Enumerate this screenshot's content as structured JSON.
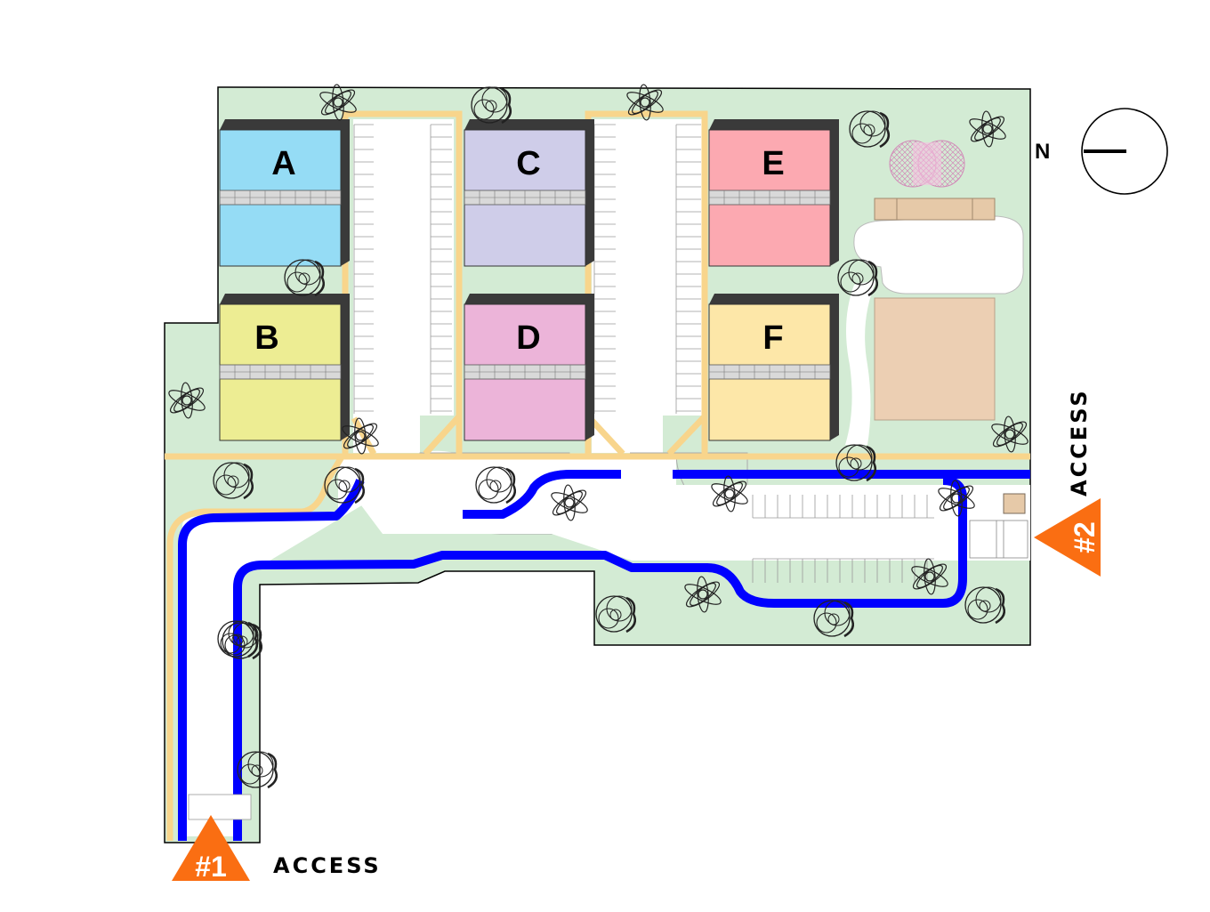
{
  "buildings": [
    {
      "id": "A",
      "label": "A",
      "color": "#95dcf5"
    },
    {
      "id": "B",
      "label": "B",
      "color": "#eded93"
    },
    {
      "id": "C",
      "label": "C",
      "color": "#cfcde9"
    },
    {
      "id": "D",
      "label": "D",
      "color": "#ecb4d9"
    },
    {
      "id": "E",
      "label": "E",
      "color": "#fca9b1"
    },
    {
      "id": "F",
      "label": "F",
      "color": "#fde7a8"
    }
  ],
  "north": {
    "label": "N"
  },
  "access": [
    {
      "number": "#1",
      "label": "ACCESS",
      "color": "#fa6e12"
    },
    {
      "number": "#2",
      "label": "ACCESS",
      "color": "#fa6e12"
    }
  ],
  "colors": {
    "lawn": "#d3ebd4",
    "sidewalk": "#f8d58c",
    "route": "#0000ff",
    "playground": "#eccfb3",
    "flowerbed": "#f5c1e0",
    "bench": "#e6c9a8"
  },
  "icons": [
    "tree-icon",
    "shrub-icon",
    "compass-icon"
  ]
}
